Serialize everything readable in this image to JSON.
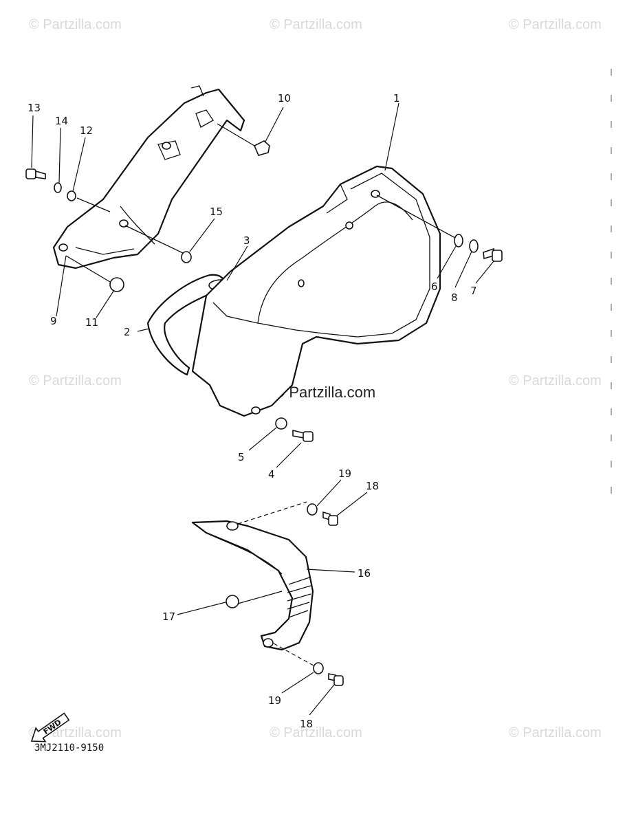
{
  "diagram": {
    "watermark_text": "© Partzilla.com",
    "center_watermark_text": "© Partzilla.com",
    "catalog_code": "3MJ2110-9150",
    "fwd_label": "FWD",
    "callouts": [
      "1",
      "2",
      "3",
      "4",
      "5",
      "6",
      "7",
      "8",
      "9",
      "10",
      "11",
      "12",
      "13",
      "14",
      "15",
      "16",
      "17",
      "18",
      "19",
      "18",
      "19"
    ]
  }
}
